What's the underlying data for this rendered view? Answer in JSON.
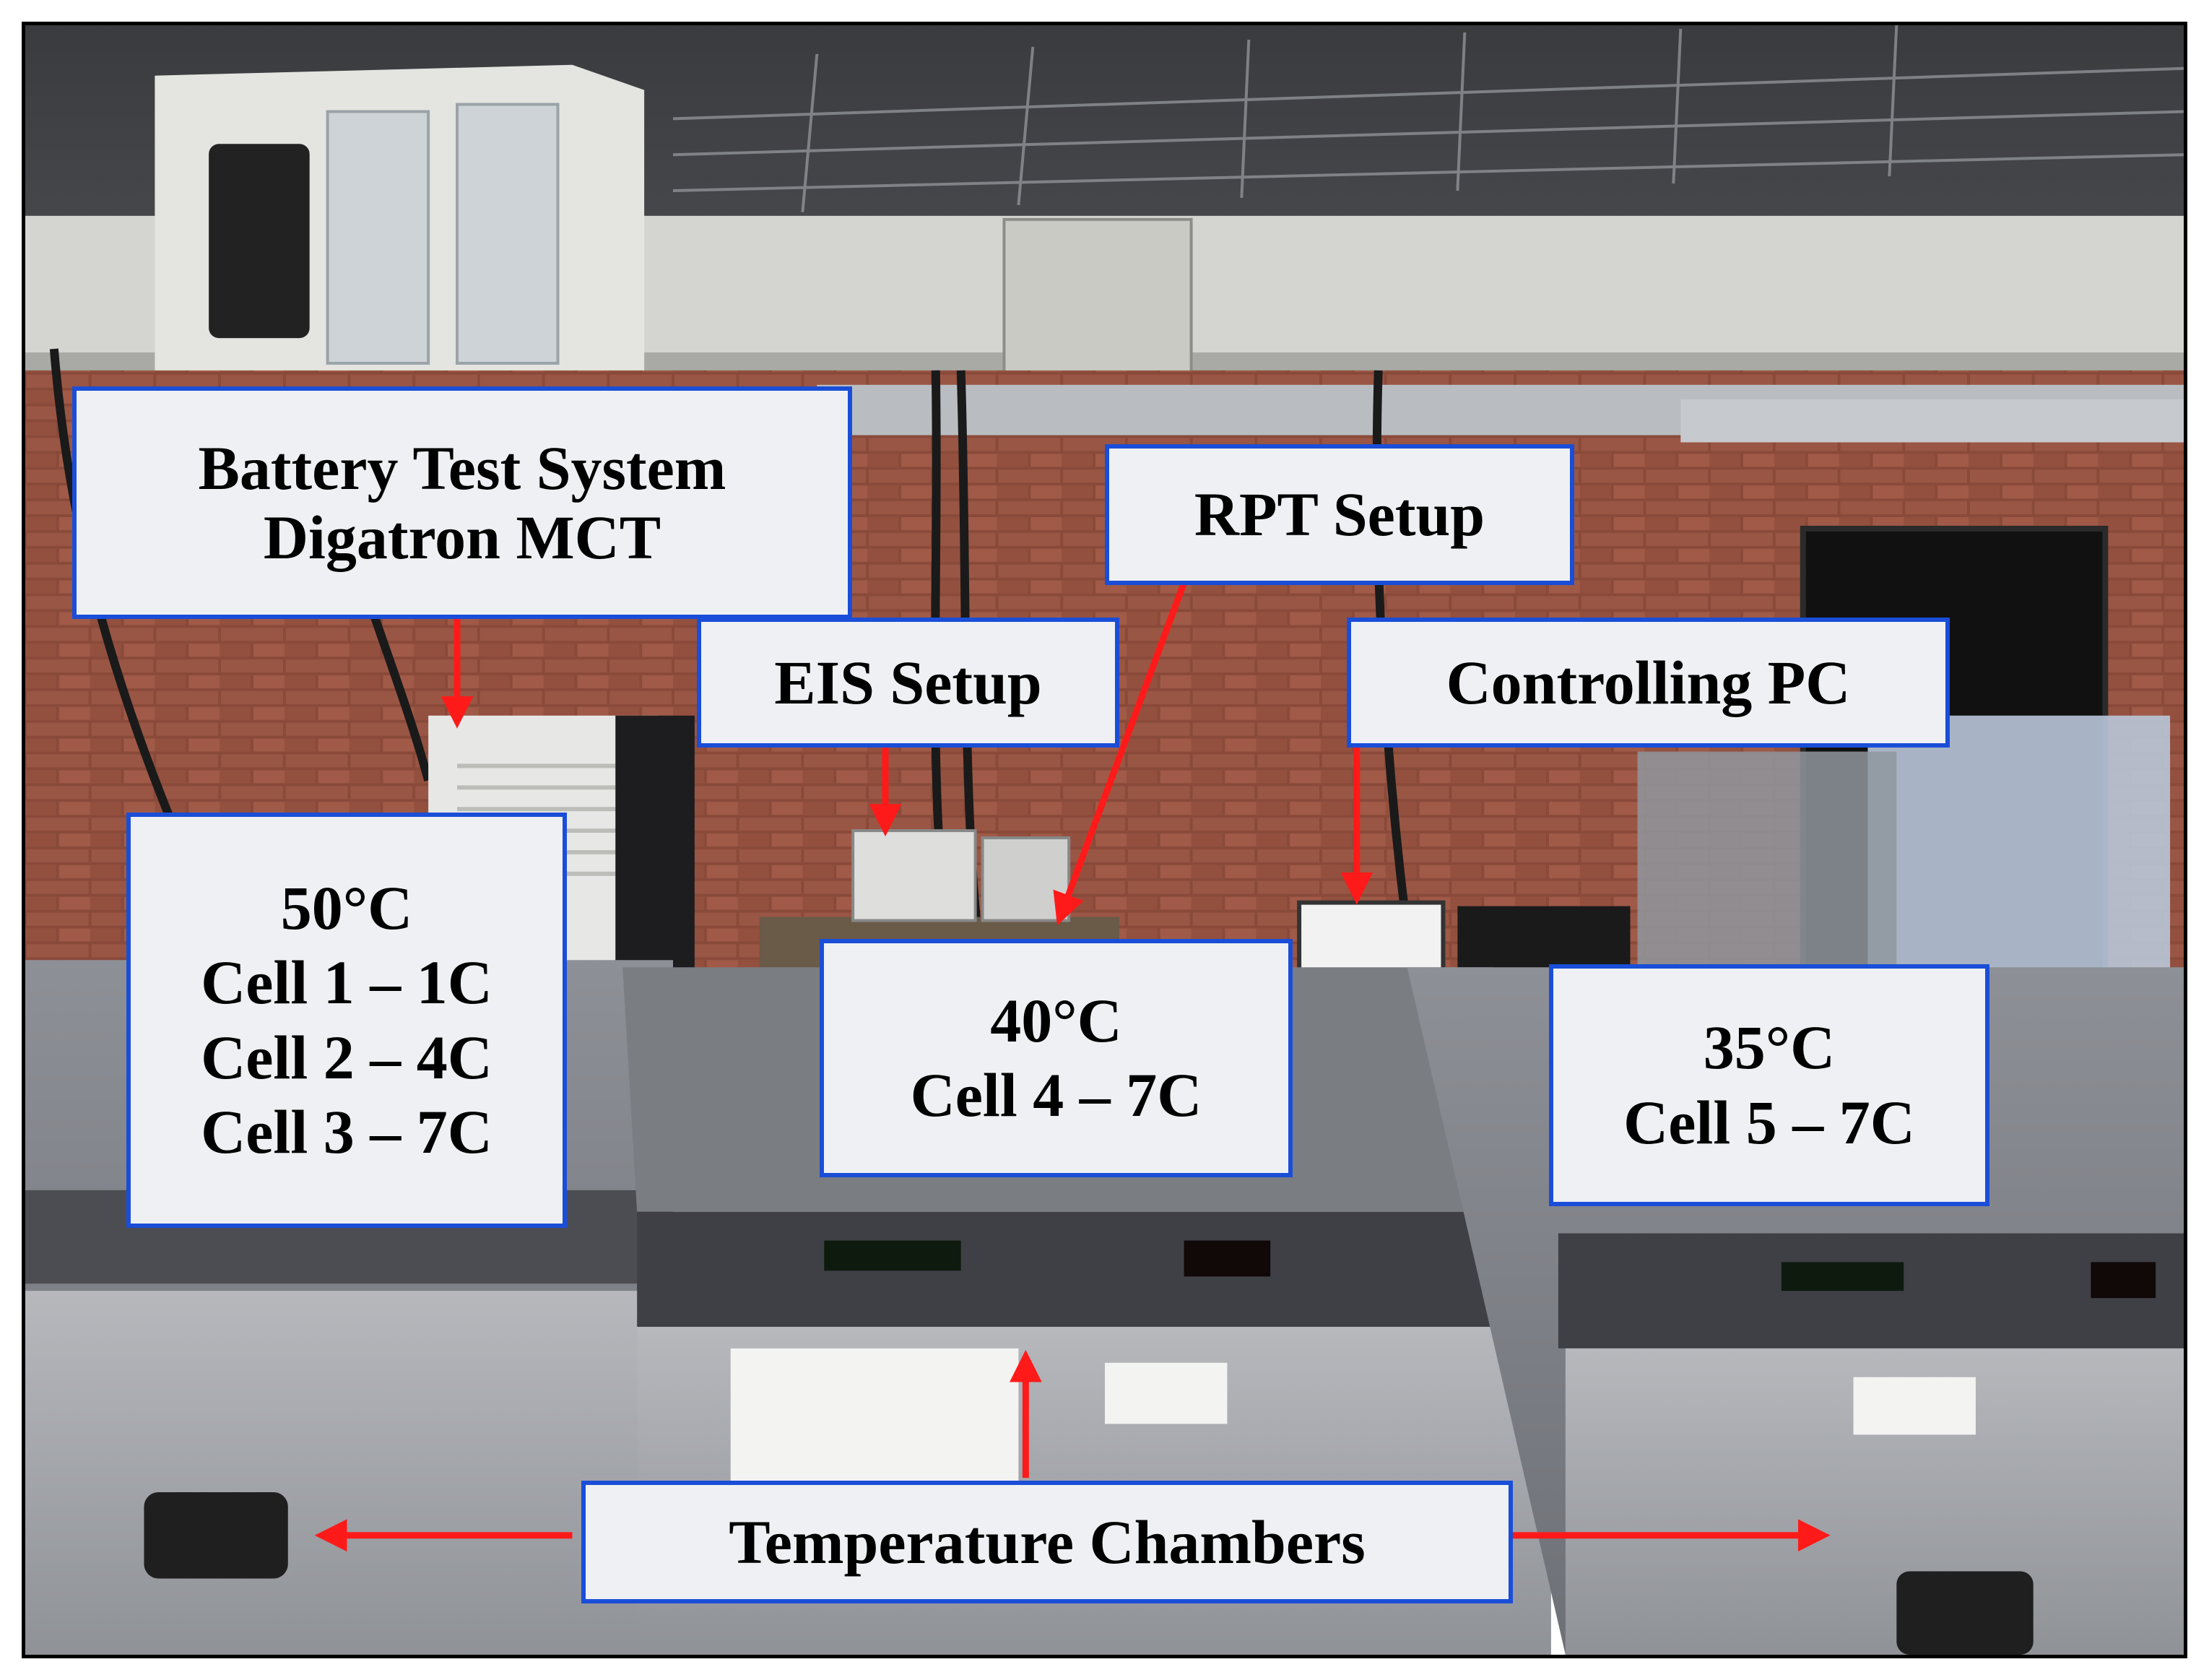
{
  "labels": {
    "battery_test_system": {
      "lines": [
        "Battery Test System",
        "Digatron MCT"
      ]
    },
    "rpt_setup": {
      "lines": [
        "RPT Setup"
      ]
    },
    "eis_setup": {
      "lines": [
        "EIS Setup"
      ]
    },
    "controlling_pc": {
      "lines": [
        "Controlling PC"
      ]
    },
    "chamber_50": {
      "lines": [
        "50°C",
        "Cell 1 – 1C",
        "Cell 2 – 4C",
        "Cell 3 – 7C"
      ]
    },
    "chamber_40": {
      "lines": [
        "40°C",
        "Cell 4 – 7C"
      ]
    },
    "chamber_35": {
      "lines": [
        "35°C",
        "Cell 5 – 7C"
      ]
    },
    "temperature_chambers": {
      "lines": [
        "Temperature Chambers"
      ]
    }
  },
  "colors": {
    "label_border": "#1a4ed8",
    "label_fill": "#eef0f3",
    "arrow": "#ff1a1a"
  }
}
